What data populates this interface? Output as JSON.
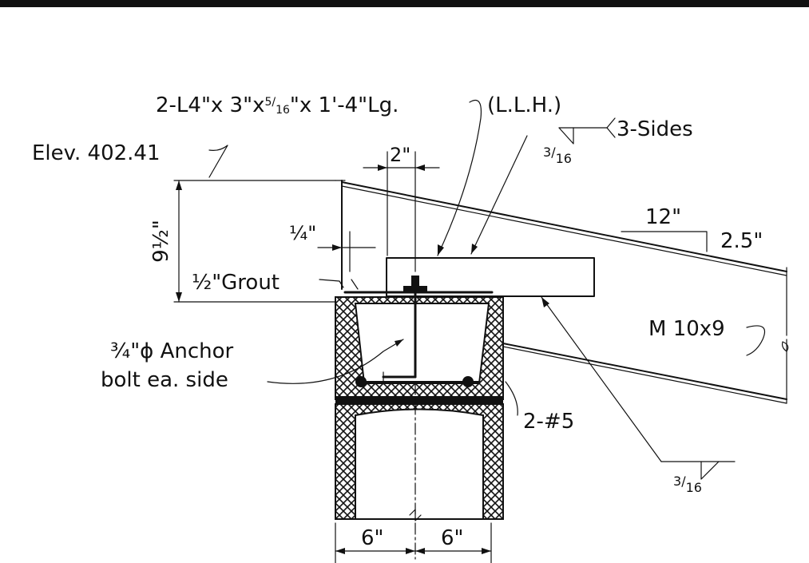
{
  "labels": {
    "angle_spec": "2-L4\"x 3\"x",
    "angle_frac_num": "5",
    "angle_frac_den": "16",
    "angle_spec_tail": "\"x 1'-4\"Lg.",
    "llh": "(L.L.H.)",
    "three_sides": "3-Sides",
    "weld_top_num": "3",
    "weld_top_den": "16",
    "elevation": "Elev. 402.41",
    "dim_two_in": "2\"",
    "dim_height": "9½\"",
    "dim_quarter": "¼\"",
    "slope_run": "12\"",
    "slope_rise": "2.5\"",
    "grout": "½\"Grout",
    "beam": "M 10x9",
    "anchor_line1": "¾\"ϕ Anchor",
    "anchor_line2": "bolt ea. side",
    "rebar": "2-#5",
    "weld_bottom_num": "3",
    "weld_bottom_den": "16",
    "dim_left_six": "6\"",
    "dim_right_six": "6\""
  }
}
